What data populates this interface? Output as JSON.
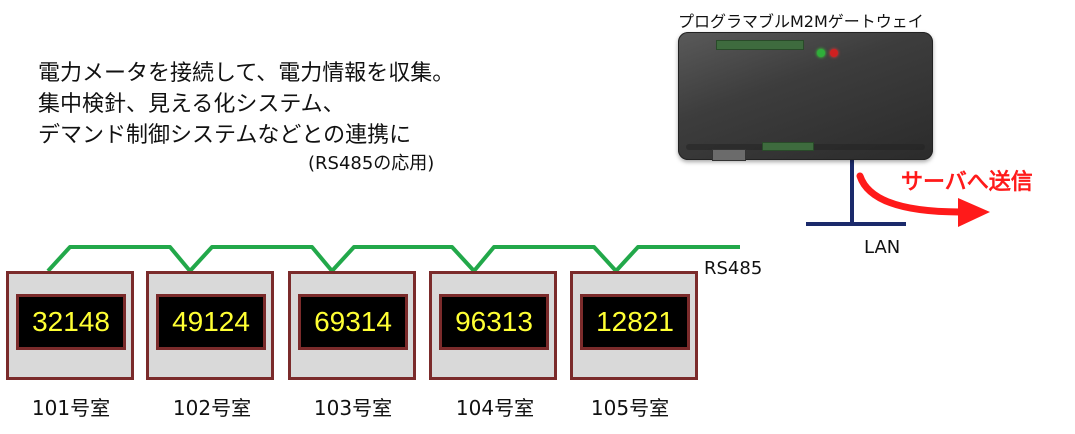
{
  "description": {
    "line1": "電力メータを接続して、電力情報を収集。",
    "line2": "集中検針、見える化システム、",
    "line3": "デマンド制御システムなどとの連携に",
    "note": "(RS485の応用)"
  },
  "gateway": {
    "title": "プログラマブルM2Mゲートウェイ"
  },
  "server_send": "サーバへ送信",
  "lan_label": "LAN",
  "rs485_label": "RS485",
  "meters": [
    {
      "reading": "32148",
      "room": "101号室"
    },
    {
      "reading": "49124",
      "room": "102号室"
    },
    {
      "reading": "69314",
      "room": "103号室"
    },
    {
      "reading": "96313",
      "room": "104号室"
    },
    {
      "reading": "12821",
      "room": "105号室"
    }
  ],
  "colors": {
    "rs485_line": "#22a84a",
    "lan_line": "#1b2a6b",
    "arrow": "#ff1a1a",
    "meter_border": "#7b2b2b",
    "display_text": "#ffff33"
  }
}
